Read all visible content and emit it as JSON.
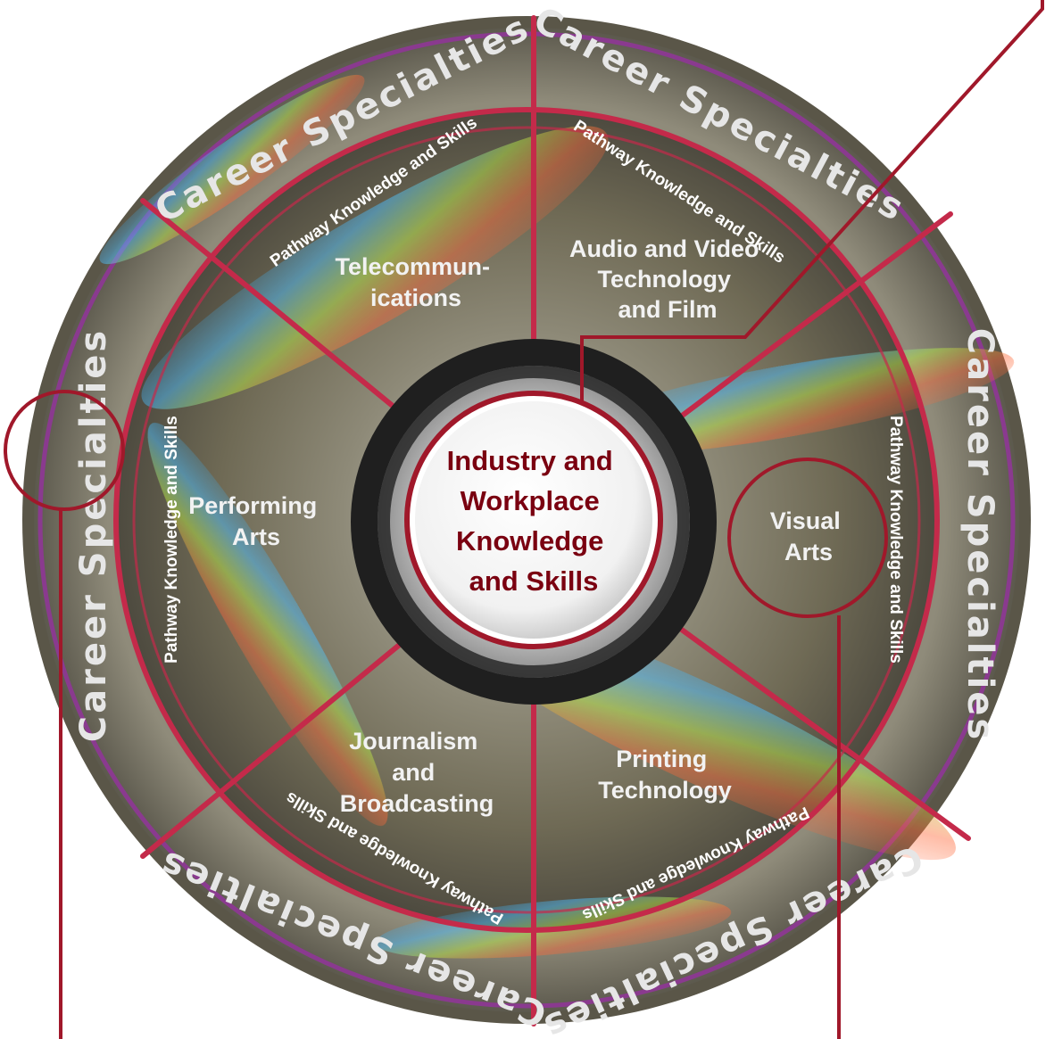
{
  "colors": {
    "accent_red": "#c42a4a",
    "outer_purple": "#8a3a8f",
    "callout_line": "#a0182a",
    "center_text": "#7a0010"
  },
  "center": {
    "lines": [
      "Industry and",
      "Workplace",
      "Knowledge",
      "and Skills"
    ]
  },
  "segments": [
    {
      "id": "telecommunications",
      "lines": [
        "Telecommun-",
        "ications"
      ]
    },
    {
      "id": "audio-video",
      "lines": [
        "Audio and Video",
        "Technology",
        "and Film"
      ]
    },
    {
      "id": "visual-arts",
      "lines": [
        "Visual",
        "Arts"
      ]
    },
    {
      "id": "printing",
      "lines": [
        "Printing",
        "Technology"
      ]
    },
    {
      "id": "journalism",
      "lines": [
        "Journalism",
        "and",
        "Broadcasting"
      ]
    },
    {
      "id": "performing-arts",
      "lines": [
        "Performing",
        "Arts"
      ]
    }
  ],
  "pathway_label": "Pathway Knowledge and Skills",
  "specialty_label": "Career Specialties"
}
